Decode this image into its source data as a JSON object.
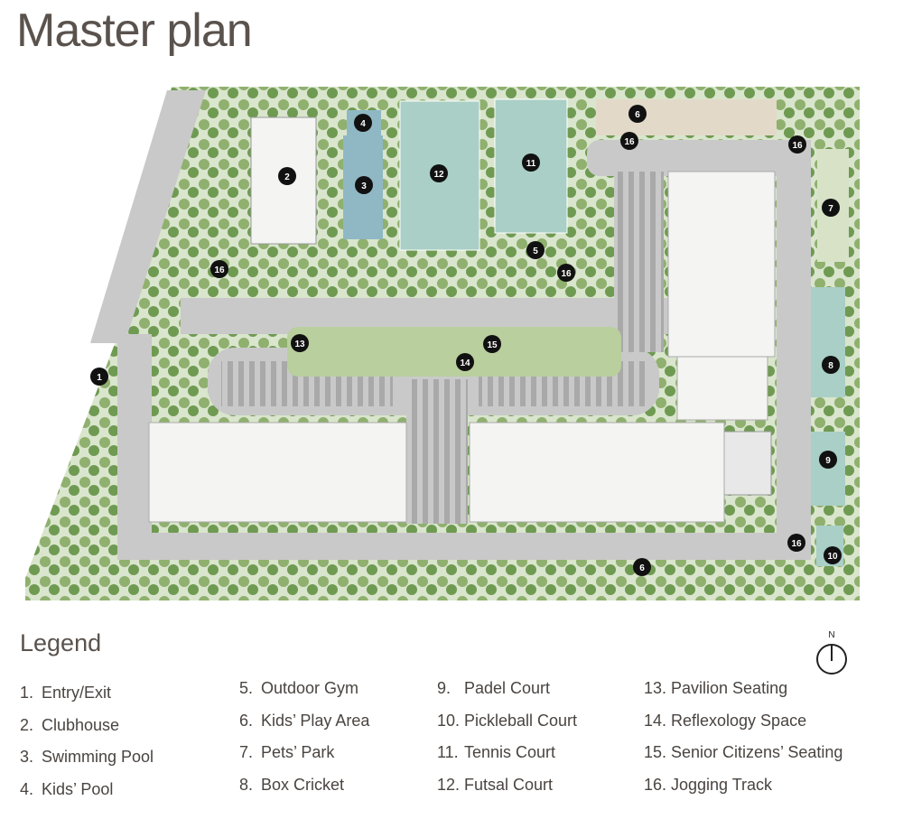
{
  "title": "Master plan",
  "legend_title": "Legend",
  "compass_label": "N",
  "colors": {
    "road": "#c9c9c9",
    "greenery": "#7ea35e",
    "building": "#f4f4f2",
    "pool": "#8fb8c4",
    "court": "#a9cfc6",
    "marker": "#111111"
  },
  "markers": [
    "1",
    "2",
    "3",
    "4",
    "5",
    "6",
    "6",
    "7",
    "8",
    "9",
    "10",
    "11",
    "12",
    "13",
    "14",
    "15",
    "16",
    "16",
    "16",
    "16",
    "16"
  ],
  "legend": [
    {
      "num": "1.",
      "label": "Entry/Exit"
    },
    {
      "num": "2.",
      "label": "Clubhouse"
    },
    {
      "num": "3.",
      "label": "Swimming Pool"
    },
    {
      "num": "4.",
      "label": "Kids’ Pool"
    },
    {
      "num": "5.",
      "label": "Outdoor Gym"
    },
    {
      "num": "6.",
      "label": "Kids’ Play Area"
    },
    {
      "num": "7.",
      "label": "Pets’ Park"
    },
    {
      "num": "8.",
      "label": "Box Cricket"
    },
    {
      "num": "9.",
      "label": "Padel Court"
    },
    {
      "num": "10.",
      "label": "Pickleball Court"
    },
    {
      "num": "11.",
      "label": "Tennis Court"
    },
    {
      "num": "12.",
      "label": "Futsal Court"
    },
    {
      "num": "13.",
      "label": "Pavilion Seating"
    },
    {
      "num": "14.",
      "label": "Reflexology Space"
    },
    {
      "num": "15.",
      "label": "Senior Citizens’ Seating"
    },
    {
      "num": "16.",
      "label": "Jogging Track"
    }
  ]
}
